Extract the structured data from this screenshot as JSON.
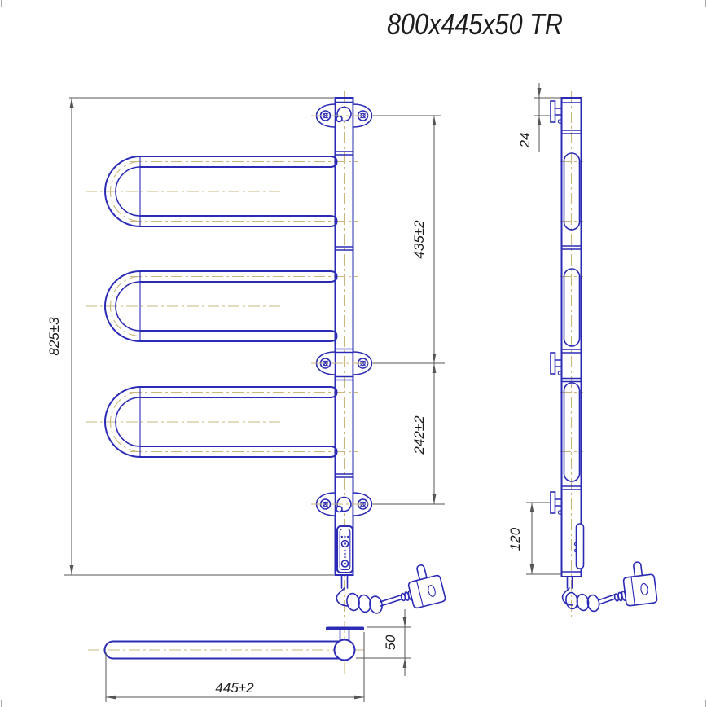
{
  "title": "800x445x50 TR",
  "colors": {
    "line_blue": "#2b2bb5",
    "centerline_tan": "#c9b77c",
    "dimension_gray": "#555555",
    "text_dark": "#1c1c1c",
    "background": "#ffffff"
  },
  "views": {
    "front": {
      "dims": {
        "height": "825±3",
        "upper_span": "435±2",
        "lower_span": "242±2"
      }
    },
    "side": {
      "dims": {
        "bracket_offset": "24",
        "bottom_offset": "120"
      }
    },
    "top": {
      "dims": {
        "width": "445±2",
        "depth": "50"
      }
    }
  }
}
